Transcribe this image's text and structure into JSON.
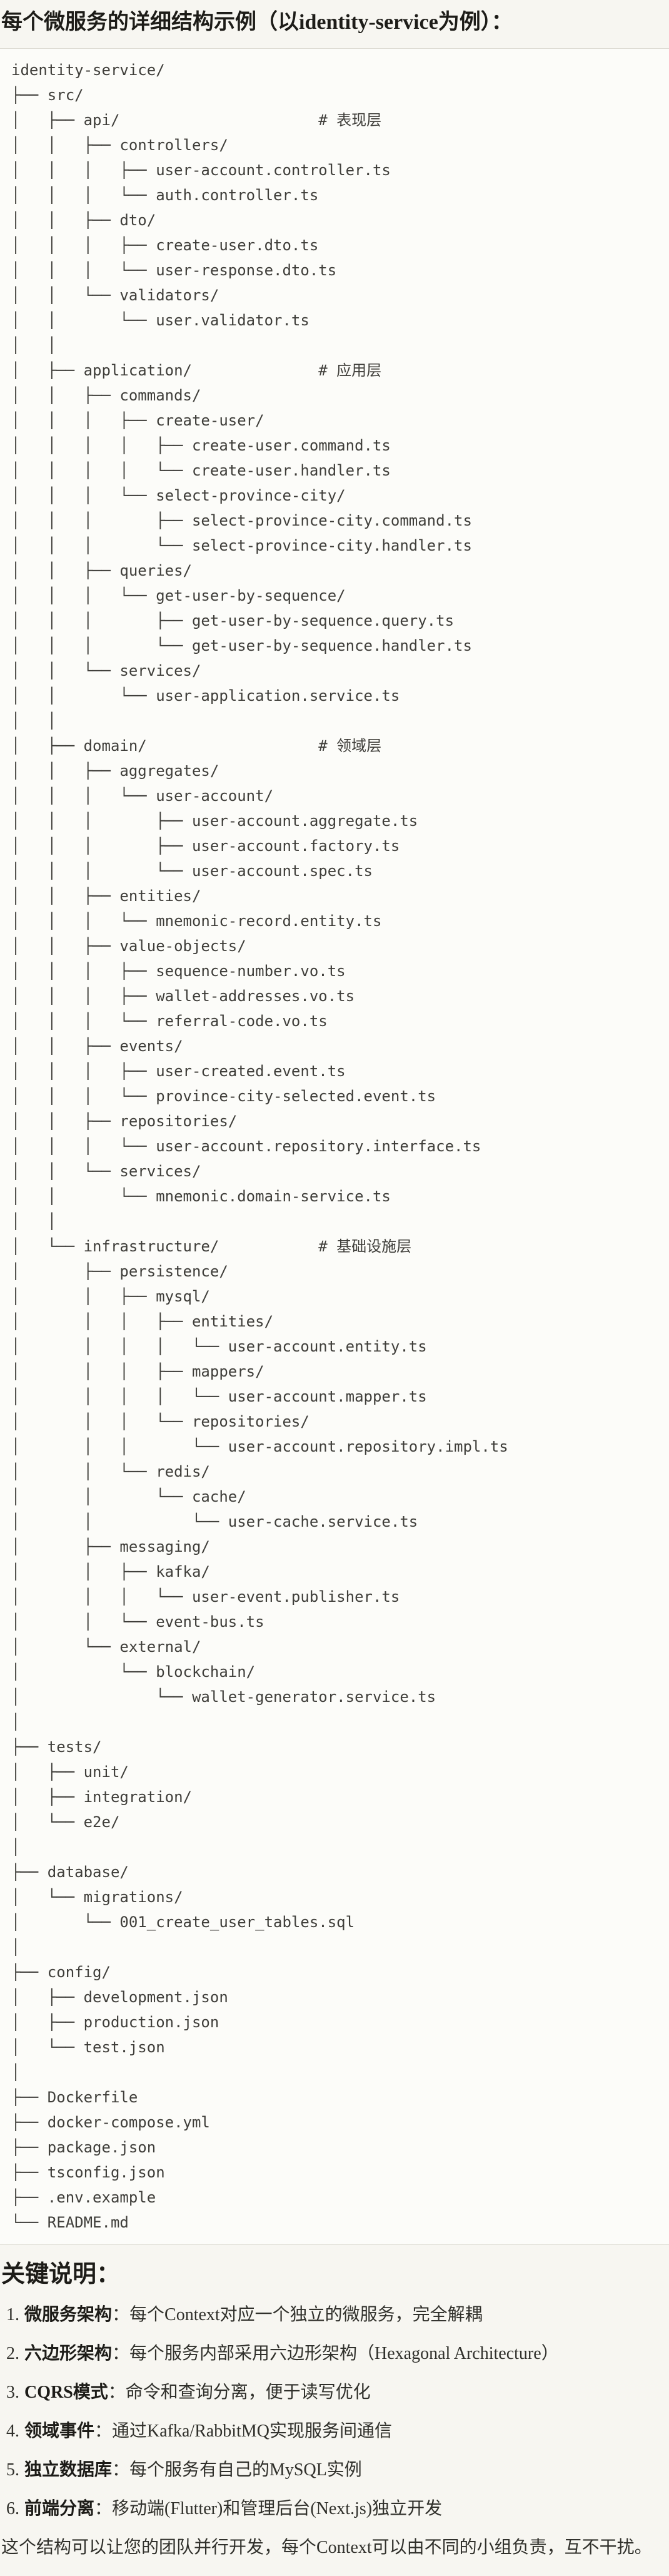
{
  "title": "每个微服务的详细结构示例（以identity-service为例）：",
  "code_block": {
    "tree_lines": [
      "identity-service/",
      "├── src/",
      "│   ├── api/                      # 表现层",
      "│   │   ├── controllers/",
      "│   │   │   ├── user-account.controller.ts",
      "│   │   │   └── auth.controller.ts",
      "│   │   ├── dto/",
      "│   │   │   ├── create-user.dto.ts",
      "│   │   │   └── user-response.dto.ts",
      "│   │   └── validators/",
      "│   │       └── user.validator.ts",
      "│   │",
      "│   ├── application/              # 应用层",
      "│   │   ├── commands/",
      "│   │   │   ├── create-user/",
      "│   │   │   │   ├── create-user.command.ts",
      "│   │   │   │   └── create-user.handler.ts",
      "│   │   │   └── select-province-city/",
      "│   │   │       ├── select-province-city.command.ts",
      "│   │   │       └── select-province-city.handler.ts",
      "│   │   ├── queries/",
      "│   │   │   └── get-user-by-sequence/",
      "│   │   │       ├── get-user-by-sequence.query.ts",
      "│   │   │       └── get-user-by-sequence.handler.ts",
      "│   │   └── services/",
      "│   │       └── user-application.service.ts",
      "│   │",
      "│   ├── domain/                   # 领域层",
      "│   │   ├── aggregates/",
      "│   │   │   └── user-account/",
      "│   │   │       ├── user-account.aggregate.ts",
      "│   │   │       ├── user-account.factory.ts",
      "│   │   │       └── user-account.spec.ts",
      "│   │   ├── entities/",
      "│   │   │   └── mnemonic-record.entity.ts",
      "│   │   ├── value-objects/",
      "│   │   │   ├── sequence-number.vo.ts",
      "│   │   │   ├── wallet-addresses.vo.ts",
      "│   │   │   └── referral-code.vo.ts",
      "│   │   ├── events/",
      "│   │   │   ├── user-created.event.ts",
      "│   │   │   └── province-city-selected.event.ts",
      "│   │   ├── repositories/",
      "│   │   │   └── user-account.repository.interface.ts",
      "│   │   └── services/",
      "│   │       └── mnemonic.domain-service.ts",
      "│   │",
      "│   └── infrastructure/           # 基础设施层",
      "│       ├── persistence/",
      "│       │   ├── mysql/",
      "│       │   │   ├── entities/",
      "│       │   │   │   └── user-account.entity.ts",
      "│       │   │   ├── mappers/",
      "│       │   │   │   └── user-account.mapper.ts",
      "│       │   │   └── repositories/",
      "│       │   │       └── user-account.repository.impl.ts",
      "│       │   └── redis/",
      "│       │       └── cache/",
      "│       │           └── user-cache.service.ts",
      "│       ├── messaging/",
      "│       │   ├── kafka/",
      "│       │   │   └── user-event.publisher.ts",
      "│       │   └── event-bus.ts",
      "│       └── external/",
      "│           └── blockchain/",
      "│               └── wallet-generator.service.ts",
      "│",
      "├── tests/",
      "│   ├── unit/",
      "│   ├── integration/",
      "│   └── e2e/",
      "│",
      "├── database/",
      "│   └── migrations/",
      "│       └── 001_create_user_tables.sql",
      "│",
      "├── config/",
      "│   ├── development.json",
      "│   ├── production.json",
      "│   └── test.json",
      "│",
      "├── Dockerfile",
      "├── docker-compose.yml",
      "├── package.json",
      "├── tsconfig.json",
      "├── .env.example",
      "└── README.md"
    ]
  },
  "notes": {
    "heading": "关键说明：",
    "items": [
      {
        "num": "1.",
        "term": "微服务架构",
        "desc": "：每个Context对应一个独立的微服务，完全解耦"
      },
      {
        "num": "2.",
        "term": "六边形架构",
        "desc": "：每个服务内部采用六边形架构（Hexagonal Architecture）"
      },
      {
        "num": "3.",
        "term": "CQRS模式",
        "desc": "：命令和查询分离，便于读写优化"
      },
      {
        "num": "4.",
        "term": "领域事件",
        "desc": "：通过Kafka/RabbitMQ实现服务间通信"
      },
      {
        "num": "5.",
        "term": "独立数据库",
        "desc": "：每个服务有自己的MySQL实例"
      },
      {
        "num": "6.",
        "term": "前端分离",
        "desc": "：移动端(Flutter)和管理后台(Next.js)独立开发"
      }
    ]
  },
  "closing": "这个结构可以让您的团队并行开发，每个Context可以由不同的小组负责，互不干扰。",
  "colors": {
    "page_background": "#F7F6F1",
    "code_background": "#FCFCF9",
    "code_border": "#DEDCD4",
    "code_text": "#3F3E3A",
    "heading_text": "#1D1C18",
    "body_text": "#30302B"
  }
}
